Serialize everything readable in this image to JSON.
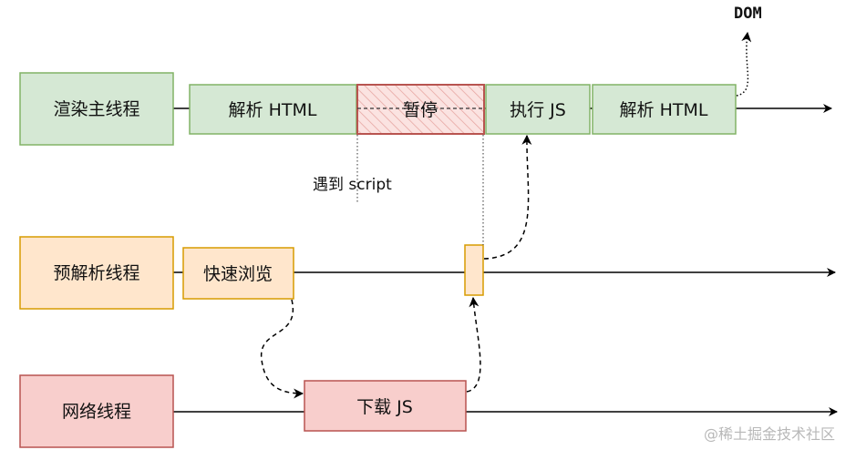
{
  "threads": {
    "main": "渲染主线程",
    "preparse": "预解析线程",
    "network": "网络线程"
  },
  "main_thread": {
    "parse1": "解析 HTML",
    "pause": "暂停",
    "exec_js": "执行 JS",
    "parse2": "解析 HTML"
  },
  "preparse_thread": {
    "quick_scan": "快速浏览"
  },
  "network_thread": {
    "download_js": "下载 JS"
  },
  "annotations": {
    "meet_script": "遇到 script",
    "dom": "DOM"
  },
  "watermark": "@稀土掘金技术社区",
  "colors": {
    "green_fill": "#d5e8d4",
    "green_stroke": "#82b366",
    "orange_fill": "#ffe6cc",
    "orange_stroke": "#d79b00",
    "red_fill": "#f8cecc",
    "red_stroke": "#b85450"
  }
}
